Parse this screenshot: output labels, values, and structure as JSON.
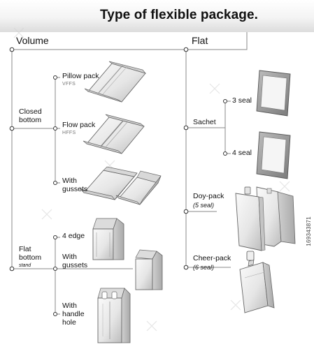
{
  "title": "Type of flexible package.",
  "volume": {
    "label": "Volume",
    "closed_bottom": {
      "label_line1": "Closed",
      "label_line2": "bottom",
      "pillow": {
        "label": "Pillow pack",
        "code": "VFFS"
      },
      "flow": {
        "label": "Flow pack",
        "code": "HFFS"
      },
      "gussets": {
        "label_line1": "With",
        "label_line2": "gussets"
      }
    },
    "flat_bottom": {
      "label_line1": "Flat",
      "label_line2": "bottom",
      "note": "stand",
      "edge": {
        "label": "4 edge"
      },
      "gussets": {
        "label_line1": "With",
        "label_line2": "gussets"
      },
      "handle": {
        "label_line1": "With",
        "label_line2": "handle",
        "label_line3": "hole"
      }
    }
  },
  "flat": {
    "label": "Flat",
    "sachet": {
      "label": "Sachet",
      "seal3": "3 seal",
      "seal4": "4 seal"
    },
    "doypack": {
      "label": "Doy-pack",
      "note": "(5 seal)"
    },
    "cheerpack": {
      "label": "Cheer-pack",
      "note": "(6 seal)"
    }
  },
  "stock_id": "169343871",
  "colors": {
    "line": "#888888",
    "pack_fill": "#e9e9e9",
    "pack_stroke": "#666666",
    "frame_gray": "#8a8a8a"
  }
}
